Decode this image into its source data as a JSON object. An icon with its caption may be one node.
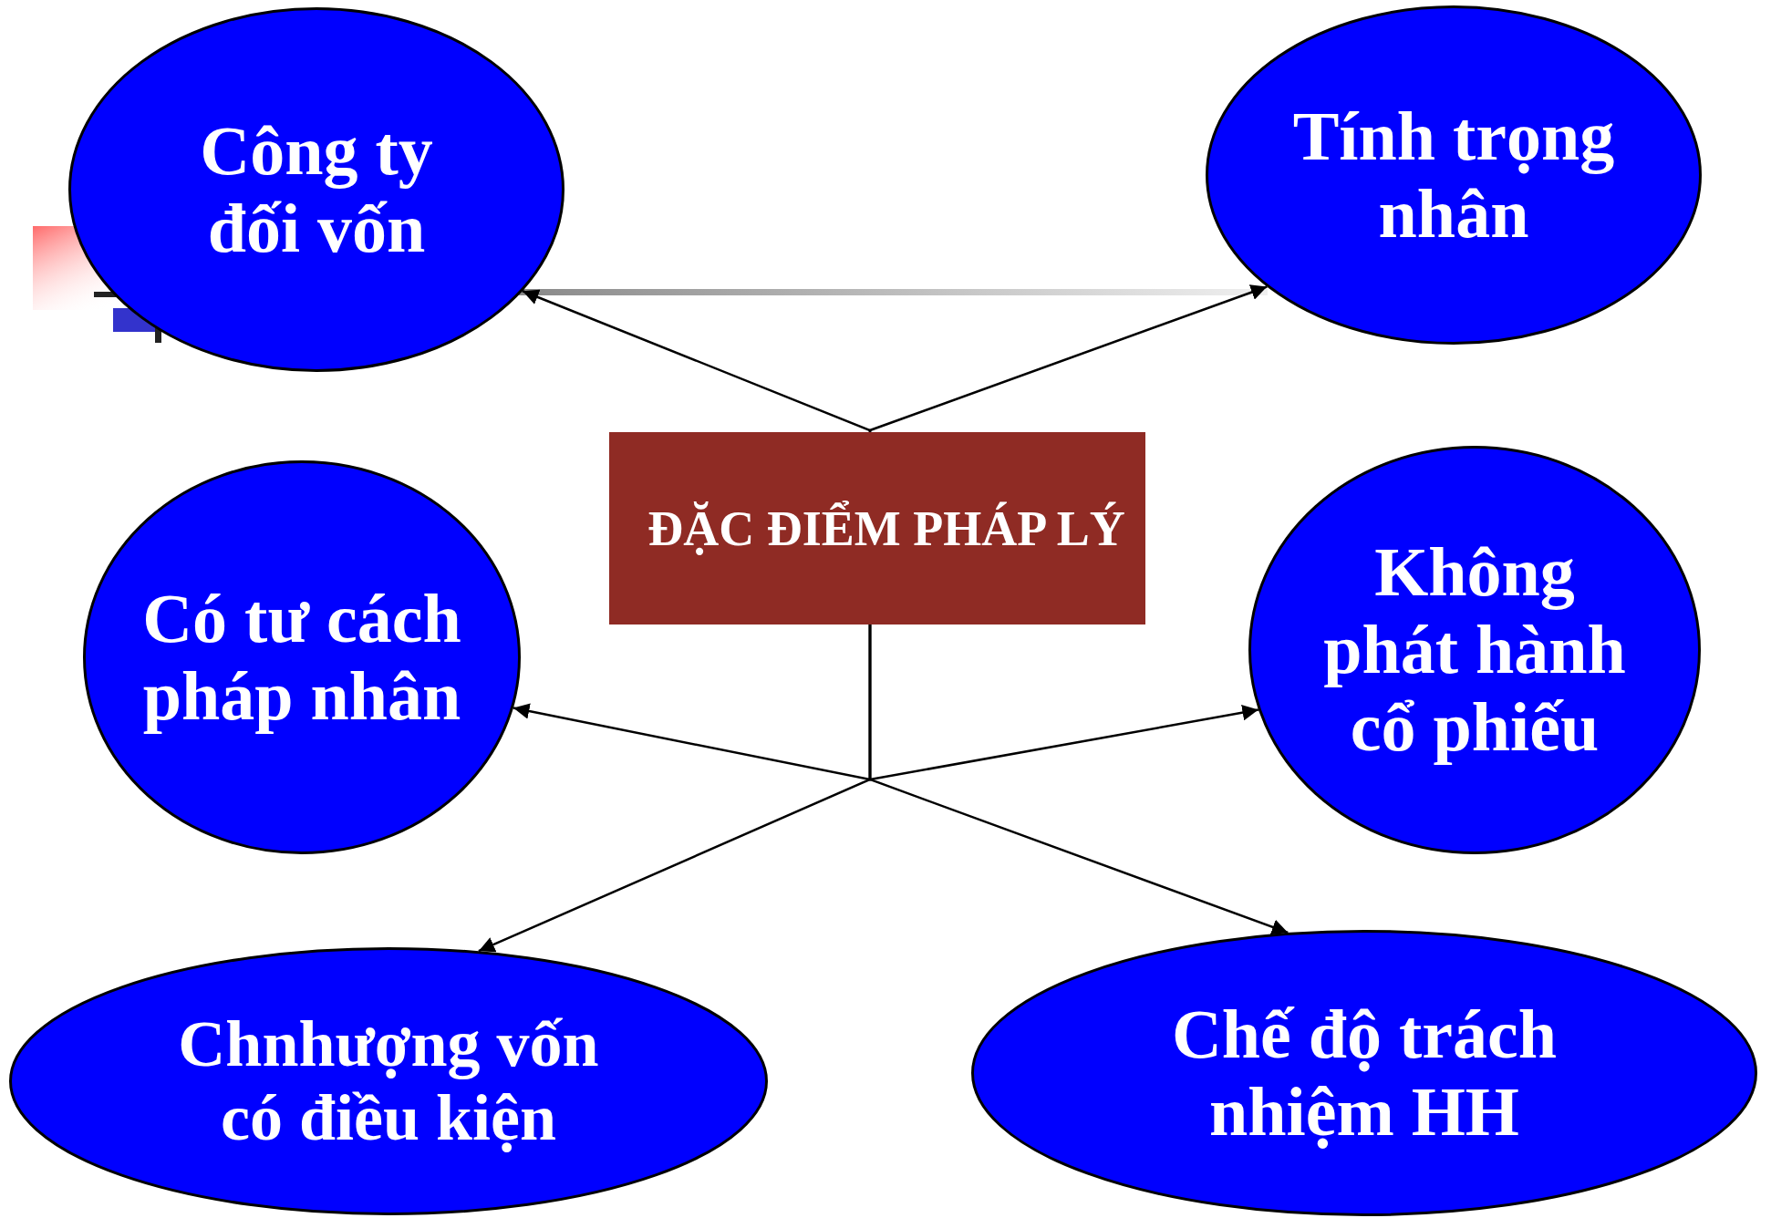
{
  "diagram": {
    "nodes": [
      {
        "text": [
          "Công ty đối vốn"
        ]
      },
      {
        "text": [
          "Tính trọng nhân"
        ]
      },
      {
        "text": [
          "Có tư cách pháp nhân"
        ]
      },
      {
        "text": [
          "Không phát hành cổ phiếu"
        ]
      },
      {
        "text": [
          "Chnhượng vốn có điều kiện"
        ]
      },
      {
        "text": [
          "Chế độ trách nhiệm HH"
        ]
      },
      {
        "text": [
          "ĐẶC ĐIỂM PHÁP LÝ"
        ]
      }
    ],
    "edges": [
      {
        "from": 6,
        "to": 0,
        "arrow": "to"
      },
      {
        "from": 6,
        "to": 1,
        "arrow": "to"
      },
      {
        "from": 6,
        "to": 2,
        "arrow": "to"
      },
      {
        "from": 6,
        "to": 3,
        "arrow": "to"
      },
      {
        "from": 6,
        "to": 4,
        "arrow": "to"
      },
      {
        "from": 6,
        "to": 5,
        "arrow": "to"
      }
    ]
  }
}
